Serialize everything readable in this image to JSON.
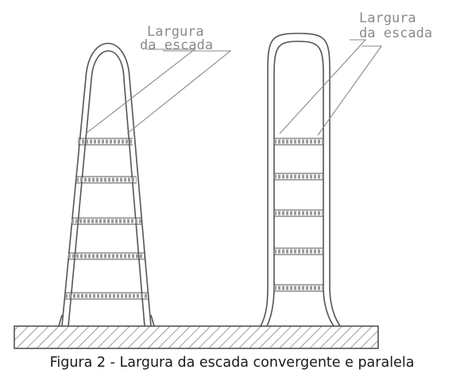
{
  "labels": {
    "left_line1": "Largura",
    "left_line2": "da escada",
    "right_line1": "Largura",
    "right_line2": "da escada"
  },
  "caption": "Figura 2 - Largura da escada convergente e paralela",
  "colors": {
    "stroke": "#555555",
    "rung": "#9a9a9a",
    "hatch": "#6a6a6a",
    "label": "#8a8a8a"
  }
}
